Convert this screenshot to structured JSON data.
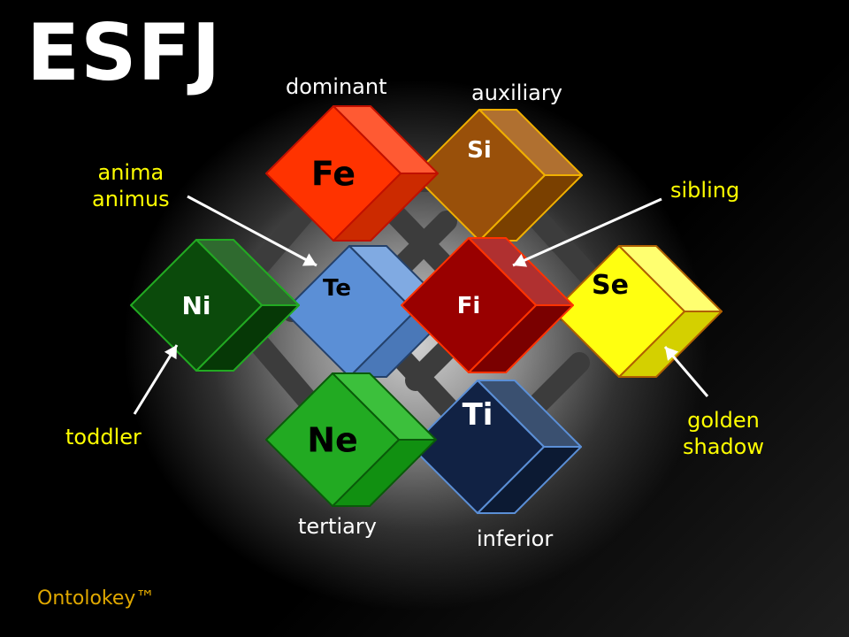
{
  "title": "ESFJ",
  "brand": "Ontolokey™",
  "footer_dots": "........",
  "positions": {
    "dominant": "dominant",
    "auxiliary": "auxiliary",
    "tertiary": "tertiary",
    "inferior": "inferior"
  },
  "shadow_labels": {
    "anima_animus": [
      "anima",
      "animus"
    ],
    "sibling": "sibling",
    "toddler": "toddler",
    "golden_shadow": [
      "golden",
      "shadow"
    ]
  },
  "functions": [
    {
      "id": "Ti",
      "label": "Ti",
      "front": "#112244",
      "top": "#3a5070",
      "side": "#0c1a33",
      "stroke": "#5b8fd6",
      "text": "#ffffff"
    },
    {
      "id": "Si",
      "label": "Si",
      "front": "#99500a",
      "top": "#b07030",
      "side": "#7a4000",
      "stroke": "#f0b000",
      "text": "#ffffff"
    },
    {
      "id": "Se",
      "label": "Se",
      "front": "#ffff10",
      "top": "#ffff70",
      "side": "#d4d000",
      "stroke": "#b06000",
      "text": "#000000"
    },
    {
      "id": "Te",
      "label": "Te",
      "front": "#5b8fd6",
      "top": "#80aae2",
      "side": "#4a78b8",
      "stroke": "#24416b",
      "text": "#000000"
    },
    {
      "id": "Fe",
      "label": "Fe",
      "front": "#ff3300",
      "top": "#ff5a33",
      "side": "#cc2a00",
      "stroke": "#c01000",
      "text": "#000000"
    },
    {
      "id": "Ni",
      "label": "Ni",
      "front": "#0b4a0b",
      "top": "#2f6a2f",
      "side": "#063806",
      "stroke": "#22aa22",
      "text": "#ffffff"
    },
    {
      "id": "Fi",
      "label": "Fi",
      "front": "#990000",
      "top": "#b03030",
      "side": "#7a0000",
      "stroke": "#ff3300",
      "text": "#ffffff"
    },
    {
      "id": "Ne",
      "label": "Ne",
      "front": "#22aa22",
      "top": "#3cc03c",
      "side": "#119011",
      "stroke": "#0a5a0a",
      "text": "#000000"
    }
  ],
  "colors": {
    "connector": "#3c3c3c",
    "label_yellow": "#ffff00",
    "arrow": "#ffffff"
  }
}
